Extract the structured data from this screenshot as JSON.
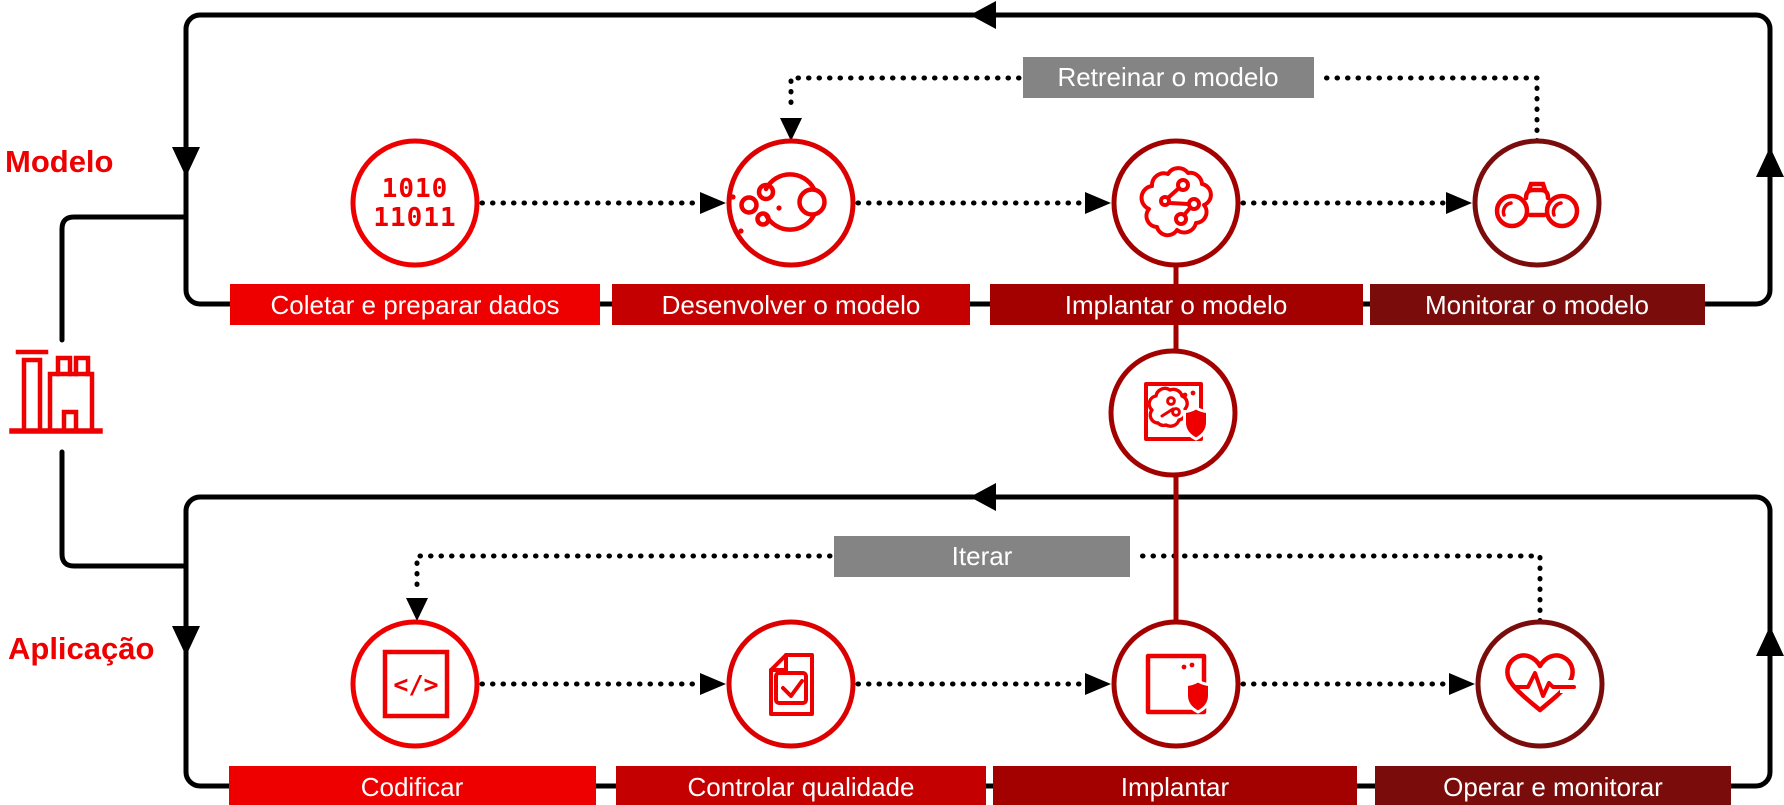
{
  "colors": {
    "accent_red": "#ee0000",
    "icon_red": "#ee0000",
    "loop_gray": "#848484",
    "line_black": "#000000",
    "connector_dark_red": "#a30000",
    "background": "#ffffff",
    "label_text": "#ffffff"
  },
  "rows": {
    "model": {
      "side_label": "Modelo",
      "loop_label": "Retreinar o modelo",
      "steps": [
        {
          "label": "Coletar e preparar dados",
          "icon": "binary-data-icon",
          "box_color": "#ee0000",
          "circle_color": "#ee0000",
          "icon_text_line1": "1010",
          "icon_text_line2": "11011"
        },
        {
          "label": "Desenvolver o modelo",
          "icon": "model-development-icon",
          "box_color": "#c40000",
          "circle_color": "#dd0000"
        },
        {
          "label": "Implantar o modelo",
          "icon": "ai-brain-icon",
          "box_color": "#a30000",
          "circle_color": "#a30000"
        },
        {
          "label": "Monitorar o modelo",
          "icon": "binoculars-icon",
          "box_color": "#7a0c0c",
          "circle_color": "#7a0c0c"
        }
      ]
    },
    "application": {
      "side_label": "Aplicação",
      "loop_label": "Iterar",
      "steps": [
        {
          "label": "Codificar",
          "icon": "code-icon",
          "box_color": "#ee0000",
          "circle_color": "#ee0000",
          "icon_text": "</>"
        },
        {
          "label": "Controlar qualidade",
          "icon": "quality-check-icon",
          "box_color": "#c40000",
          "circle_color": "#dd0000"
        },
        {
          "label": "Implantar",
          "icon": "secured-deployment-icon",
          "box_color": "#a30000",
          "circle_color": "#a30000"
        },
        {
          "label": "Operar e monitorar",
          "icon": "heart-monitor-icon",
          "box_color": "#7a0c0c",
          "circle_color": "#7a0c0c"
        }
      ]
    }
  },
  "connector": {
    "icon": "secured-ai-model-icon",
    "circle_color": "#a30000"
  },
  "factory": {
    "icon": "factory-icon"
  }
}
